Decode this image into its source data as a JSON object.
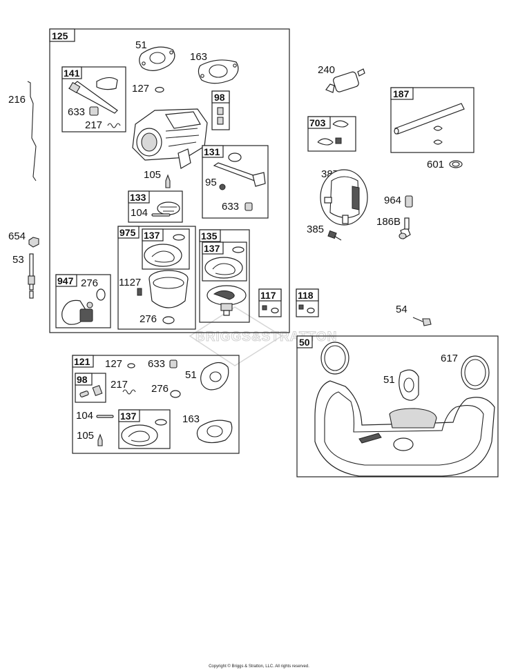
{
  "watermark": "BRIGGS&STRATTON",
  "copyright": "Copyright © Briggs & Stratton, LLC. All rights reserved.",
  "kits": {
    "k125": "125",
    "k141": "141",
    "k98a": "98",
    "k131": "131",
    "k133": "133",
    "k975": "975",
    "k137a": "137",
    "k135": "135",
    "k137b": "137",
    "k947": "947",
    "k117": "117",
    "k118": "118",
    "k703": "703",
    "k187": "187",
    "k50": "50",
    "k121": "121",
    "k98b": "98",
    "k137c": "137"
  },
  "parts": {
    "p51a": "51",
    "p163a": "163",
    "p127a": "127",
    "p633a": "633",
    "p217a": "217",
    "p216": "216",
    "p105a": "105",
    "p95": "95",
    "p633b": "633",
    "p104a": "104",
    "p654": "654",
    "p53": "53",
    "p276a": "276",
    "p1127": "1127",
    "p276b": "276",
    "p240": "240",
    "p601": "601",
    "p387": "387",
    "p964": "964",
    "p385": "385",
    "p186b": "186B",
    "p54": "54",
    "p617": "617",
    "p51b": "51",
    "p127b": "127",
    "p633c": "633",
    "p51c": "51",
    "p217b": "217",
    "p276c": "276",
    "p104b": "104",
    "p163b": "163",
    "p105b": "105"
  }
}
